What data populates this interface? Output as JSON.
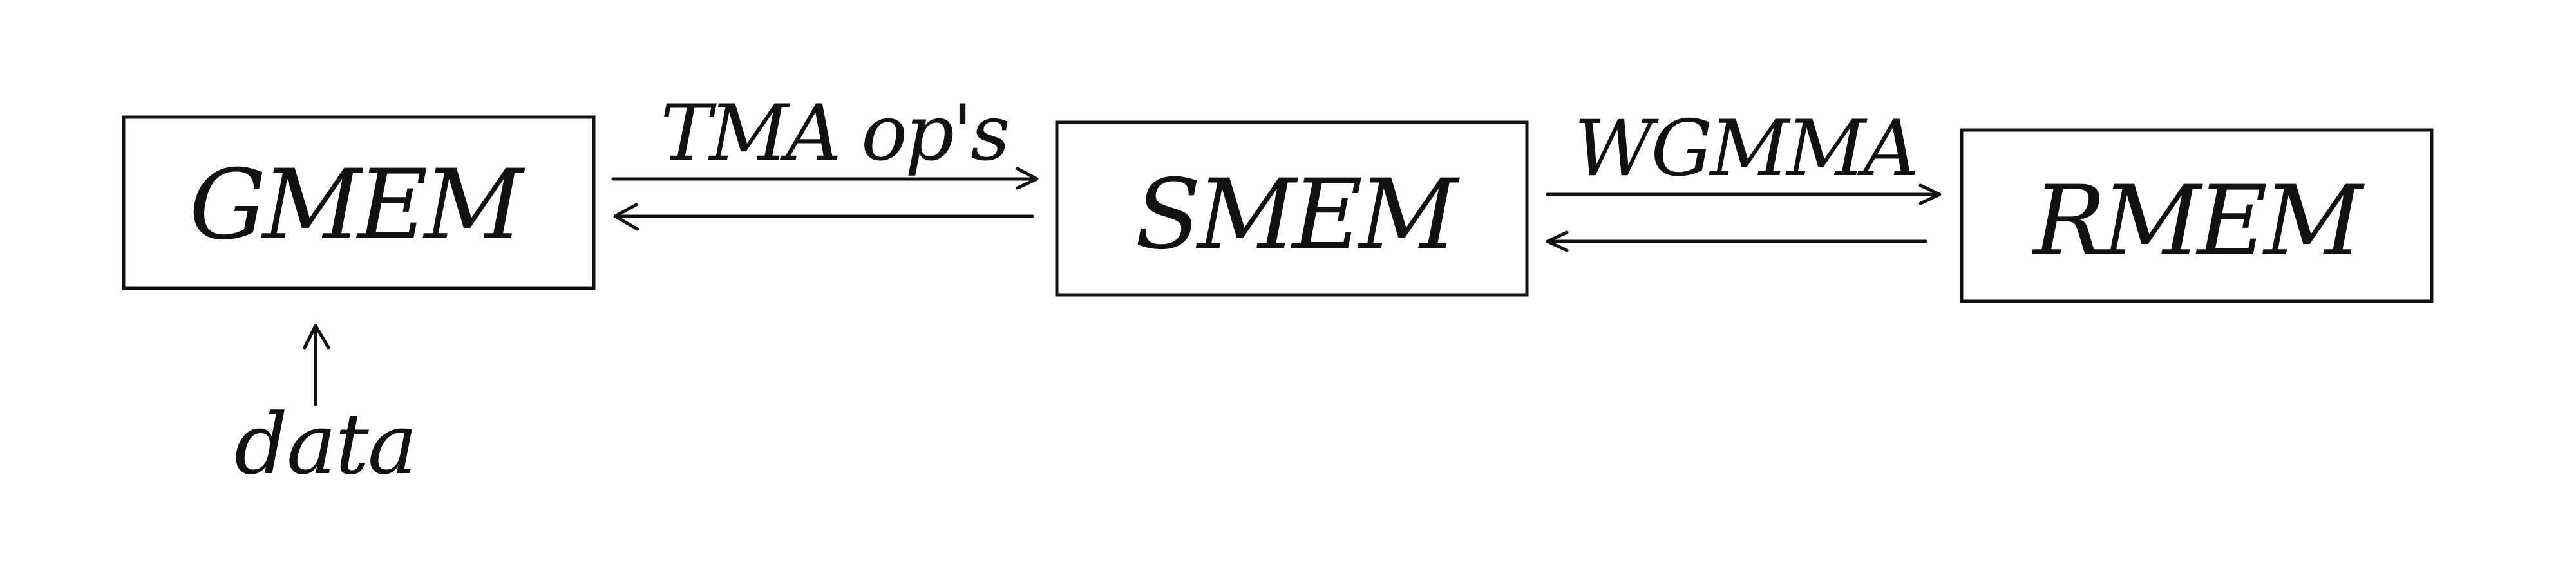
{
  "nodes": {
    "gmem": "GMEM",
    "smem": "SMEM",
    "rmem": "RMEM"
  },
  "edges": {
    "gmem_smem": "TMA op's",
    "smem_rmem": "WGMMA"
  },
  "notes": {
    "input": "data"
  }
}
